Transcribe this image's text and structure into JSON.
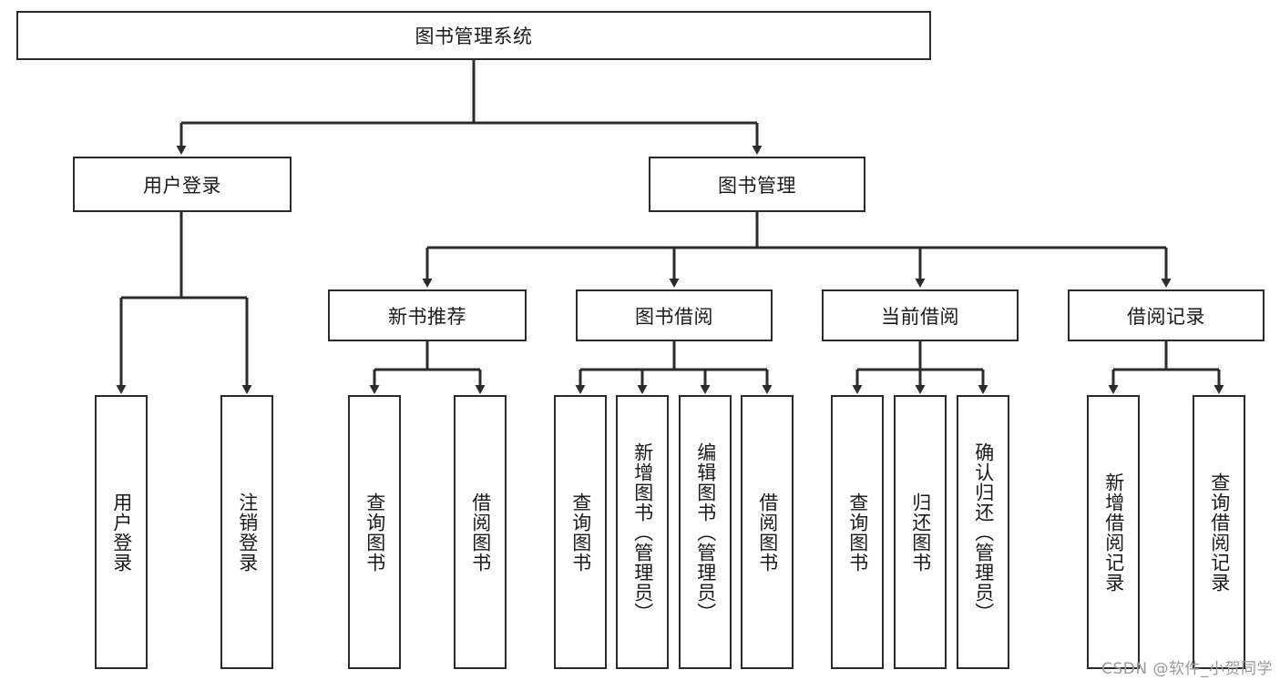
{
  "diagram": {
    "type": "tree-hierarchy-diagram",
    "title": "图书管理系统",
    "root": {
      "id": "root",
      "label": "图书管理系统"
    },
    "level2": [
      {
        "id": "user-login",
        "label": "用户登录"
      },
      {
        "id": "book-management",
        "label": "图书管理"
      }
    ],
    "level3": [
      {
        "id": "new-book-recommend",
        "label": "新书推荐",
        "parent": "book-management"
      },
      {
        "id": "book-borrow",
        "label": "图书借阅",
        "parent": "book-management"
      },
      {
        "id": "current-borrow",
        "label": "当前借阅",
        "parent": "book-management"
      },
      {
        "id": "borrow-record",
        "label": "借阅记录",
        "parent": "book-management"
      }
    ],
    "leaves": [
      {
        "id": "leaf-user-login",
        "label": "用户登录",
        "parent": "user-login"
      },
      {
        "id": "leaf-user-logout",
        "label": "注销登录",
        "parent": "user-login"
      },
      {
        "id": "leaf-query-book-1",
        "label": "查询图书",
        "parent": "new-book-recommend"
      },
      {
        "id": "leaf-borrow-book-1",
        "label": "借阅图书",
        "parent": "new-book-recommend"
      },
      {
        "id": "leaf-query-book-2",
        "label": "查询图书",
        "parent": "book-borrow"
      },
      {
        "id": "leaf-add-book",
        "label": "新增图书（管理员）",
        "parent": "book-borrow"
      },
      {
        "id": "leaf-edit-book",
        "label": "编辑图书（管理员）",
        "parent": "book-borrow"
      },
      {
        "id": "leaf-borrow-book-2",
        "label": "借阅图书",
        "parent": "book-borrow"
      },
      {
        "id": "leaf-query-book-3",
        "label": "查询图书",
        "parent": "current-borrow"
      },
      {
        "id": "leaf-return-book",
        "label": "归还图书",
        "parent": "current-borrow"
      },
      {
        "id": "leaf-confirm-return",
        "label": "确认归还（管理员）",
        "parent": "current-borrow"
      },
      {
        "id": "leaf-add-record",
        "label": "新增借阅记录",
        "parent": "borrow-record"
      },
      {
        "id": "leaf-query-record",
        "label": "查询借阅记录",
        "parent": "borrow-record"
      }
    ],
    "watermark": "CSDN @软件_小贺同学",
    "colors": {
      "stroke": "#2b2b2b",
      "background": "#ffffff",
      "text": "#1a1a1a",
      "watermark": "#9a9a9a"
    }
  }
}
